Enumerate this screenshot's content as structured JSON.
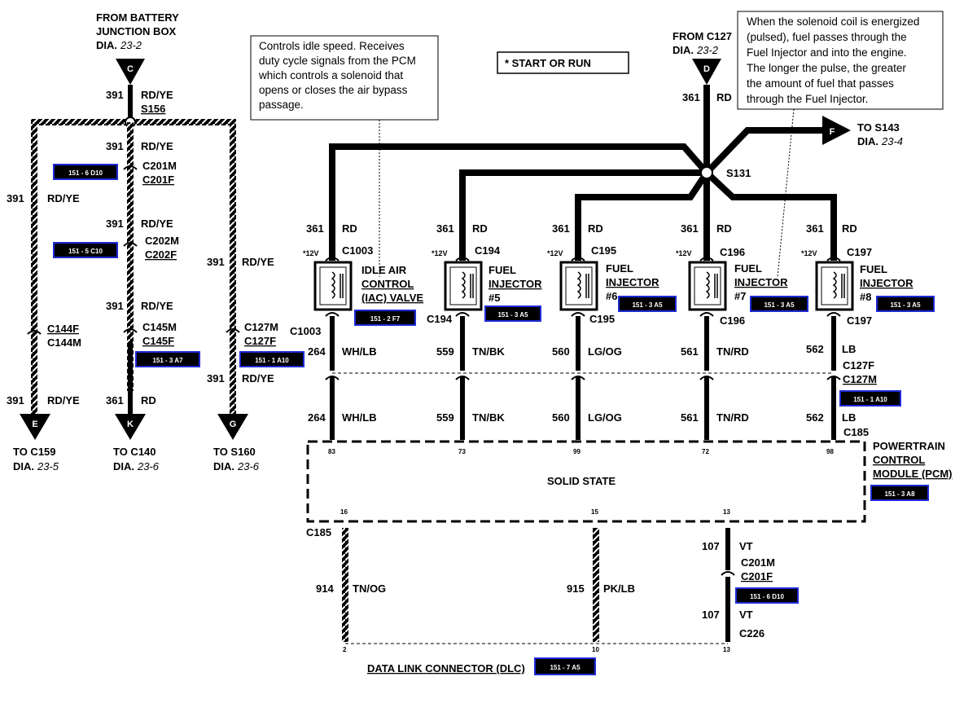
{
  "notes": {
    "iac": [
      "Controls idle speed.  Receives",
      "duty cycle signals from the PCM",
      "which controls a solenoid that",
      "opens or closes the air bypass",
      "passage."
    ],
    "injector": [
      "When the solenoid coil is energized",
      "(pulsed), fuel passes through the",
      "Fuel Injector and into the engine.",
      "The longer the pulse, the greater",
      "the amount of fuel that passes",
      "through the  Fuel Injector."
    ],
    "start_run": "* START OR RUN"
  },
  "sources": {
    "battery": {
      "line1": "FROM BATTERY",
      "line2": "JUNCTION BOX",
      "dia": "DIA.",
      "dia_ref": "23-2",
      "letter": "C"
    },
    "c127": {
      "line1": "FROM C127",
      "dia": "DIA.",
      "dia_ref": "23-2",
      "letter": "D"
    }
  },
  "destinations": {
    "e": {
      "letter": "E",
      "to": "TO C159",
      "dia": "DIA.",
      "dia_ref": "23-5"
    },
    "k": {
      "letter": "K",
      "to": "TO C140",
      "dia": "DIA.",
      "dia_ref": "23-6"
    },
    "g": {
      "letter": "G",
      "to": "TO S160",
      "dia": "DIA.",
      "dia_ref": "23-6"
    },
    "f": {
      "letter": "F",
      "to": "TO S143",
      "dia": "DIA.",
      "dia_ref": "23-4"
    }
  },
  "splices": {
    "s156": "S156",
    "s131": "S131"
  },
  "left_wires": {
    "top_num": "391",
    "top_color": "RD/YE",
    "mid_num": "391",
    "mid_color": "RD/YE",
    "a_num": "391",
    "a_color": "RD/YE",
    "b_num": "391",
    "b_color": "RD/YE",
    "c_num": "391",
    "c_color": "RD/YE",
    "left_num": "391",
    "left_color": "RD/YE",
    "right_num": "391",
    "right_color": "RD/YE",
    "right2_num": "391",
    "right2_color": "RD/YE",
    "e_num": "391",
    "e_color": "RD/YE",
    "k_num": "361",
    "k_color": "RD"
  },
  "left_connectors": {
    "c201m": "C201M",
    "c201f": "C201F",
    "c202m": "C202M",
    "c202f": "C202F",
    "c145m": "C145M",
    "c145f": "C145F",
    "c144f": "C144F",
    "c144m": "C144M",
    "c127m": "C127M",
    "c127f": "C127F"
  },
  "d_wire": {
    "num": "361",
    "color": "RD"
  },
  "components": [
    {
      "top_num": "361",
      "top_color": "RD",
      "v": "*12V",
      "conn_top": "C1003",
      "name1": "IDLE AIR",
      "name2": "CONTROL",
      "name3": "(IAC) VALVE",
      "conn_bot": "C1003",
      "bot_num": "264",
      "bot_color": "WH/LB",
      "low_num": "264",
      "low_color": "WH/LB",
      "pin": "83",
      "badge": "151 - 2  F7"
    },
    {
      "top_num": "361",
      "top_color": "RD",
      "v": "*12V",
      "conn_top": "C194",
      "name1": "FUEL",
      "name2": "INJECTOR",
      "name3": "#5",
      "conn_bot": "C194",
      "bot_num": "559",
      "bot_color": "TN/BK",
      "low_num": "559",
      "low_color": "TN/BK",
      "pin": "73",
      "badge": "151 - 3  A5"
    },
    {
      "top_num": "361",
      "top_color": "RD",
      "v": "*12V",
      "conn_top": "C195",
      "name1": "FUEL",
      "name2": "INJECTOR",
      "name3": "#6",
      "conn_bot": "C195",
      "bot_num": "560",
      "bot_color": "LG/OG",
      "low_num": "560",
      "low_color": "LG/OG",
      "pin": "99",
      "badge": "151 - 3  A5"
    },
    {
      "top_num": "361",
      "top_color": "RD",
      "v": "*12V",
      "conn_top": "C196",
      "name1": "FUEL",
      "name2": "INJECTOR",
      "name3": "#7",
      "conn_bot": "C196",
      "bot_num": "561",
      "bot_color": "TN/RD",
      "low_num": "561",
      "low_color": "TN/RD",
      "pin": "72",
      "badge": "151 - 3  A5"
    },
    {
      "top_num": "361",
      "top_color": "RD",
      "v": "*12V",
      "conn_top": "C197",
      "name1": "FUEL",
      "name2": "INJECTOR",
      "name3": "#8",
      "conn_bot": "C197",
      "bot_num": "562",
      "bot_color": "LB",
      "low_num": "562",
      "low_color": "LB",
      "pin": "98",
      "badge": "151 - 3  A5"
    }
  ],
  "c127_right": {
    "f": "C127F",
    "m": "C127M",
    "badge": "151 - 1  A10"
  },
  "pcm": {
    "c185": "C185",
    "c185_left": "C185",
    "body": "SOLID STATE",
    "name1": "POWERTRAIN",
    "name2": "CONTROL",
    "name3": "MODULE (PCM)",
    "badge": "151 - 3  A8",
    "pins_bottom": [
      "16",
      "15",
      "13"
    ]
  },
  "dlc_wires": {
    "w914": {
      "num": "914",
      "color": "TN/OG"
    },
    "w915": {
      "num": "915",
      "color": "PK/LB"
    },
    "w107a": {
      "num": "107",
      "color": "VT"
    },
    "w107b": {
      "num": "107",
      "color": "VT"
    },
    "c201m": "C201M",
    "c201f": "C201F",
    "c226": "C226",
    "pins": [
      "2",
      "10",
      "13"
    ],
    "badge": "151 - 6  D10"
  },
  "dlc": {
    "label": "DATA LINK CONNECTOR (DLC)",
    "badge": "151 - 7  A5"
  },
  "left_badges": {
    "b1": "151 - 6  D10",
    "b2": "151 - 5  C10",
    "b3": "151 - 3  A7",
    "b4": "151 - 1  A10"
  },
  "colors": {
    "badge_bg": "#000000",
    "badge_border": "#1f2bd6",
    "wire": "#000000"
  }
}
